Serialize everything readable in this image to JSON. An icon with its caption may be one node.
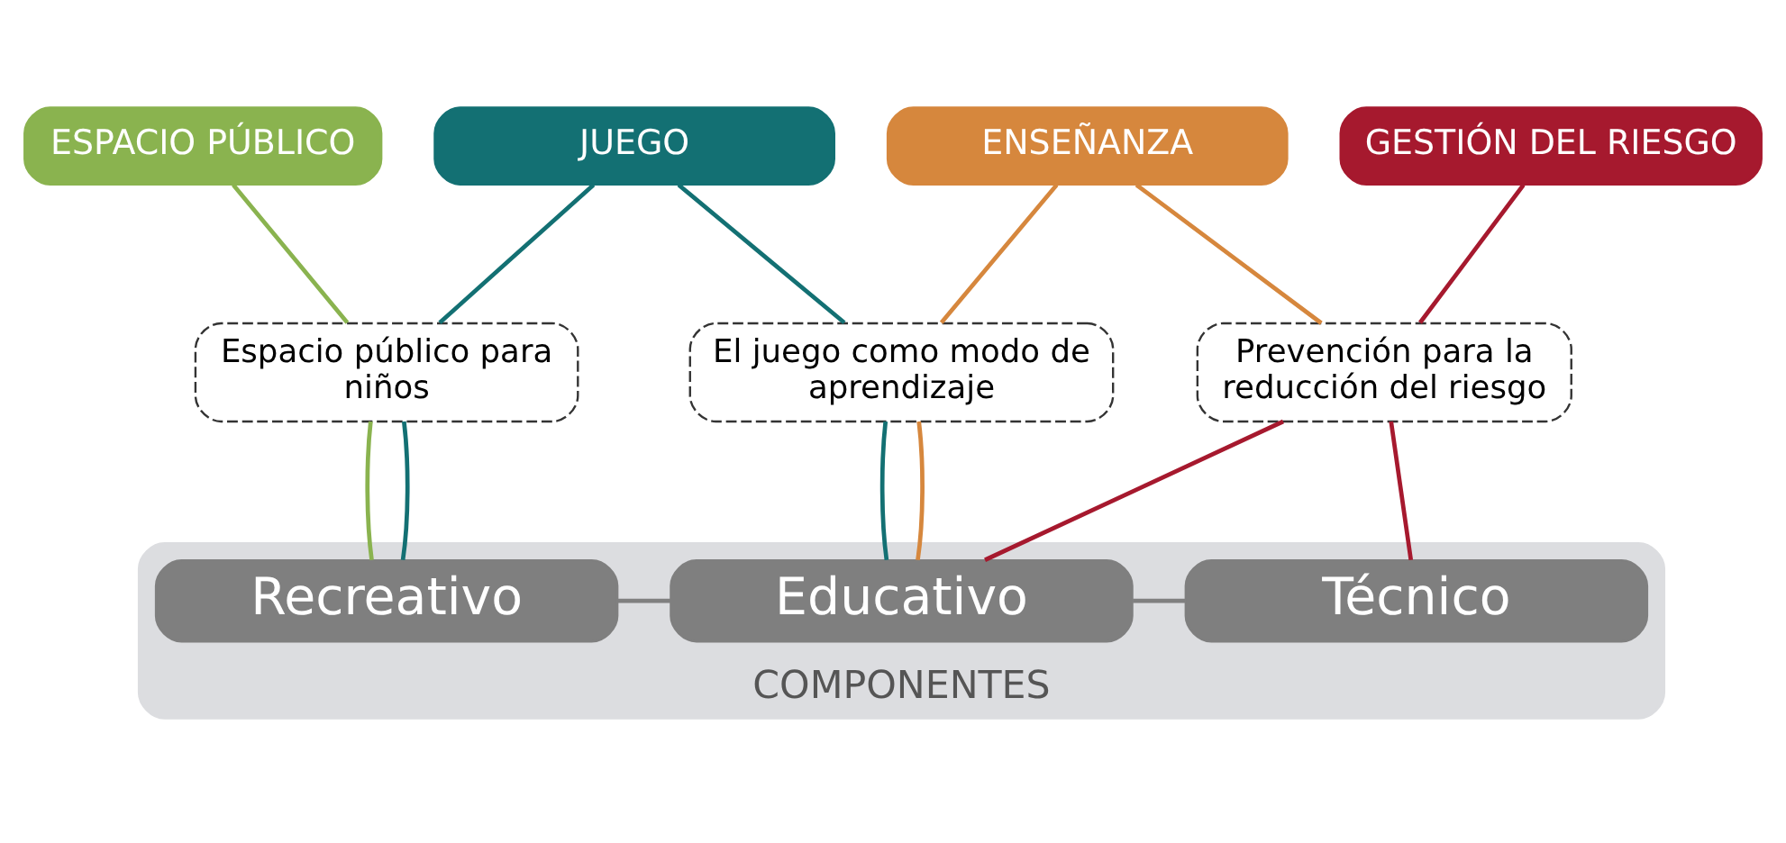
{
  "diagram": {
    "nodes": [
      {
        "text": [
          "ESPACIO PÚBLICO"
        ]
      },
      {
        "text": [
          "JUEGO"
        ]
      },
      {
        "text": [
          "ENSEÑANZA"
        ]
      },
      {
        "text": [
          "GESTIÓN DEL RIESGO"
        ]
      },
      {
        "text": [
          "Espacio público para niños"
        ]
      },
      {
        "text": [
          "El juego como modo de aprendizaje"
        ]
      },
      {
        "text": [
          "Prevención para la reducción del riesgo"
        ]
      },
      {
        "text": [
          "COMPONENTES"
        ]
      },
      {
        "text": [
          "Recreativo"
        ],
        "in": 7
      },
      {
        "text": [
          "Educativo"
        ],
        "in": 7
      },
      {
        "text": [
          "Técnico"
        ],
        "in": 7
      }
    ],
    "edges": [
      {
        "from": 0,
        "to": 4,
        "arrow": "none",
        "color": "#8ab34f"
      },
      {
        "from": 1,
        "to": 4,
        "arrow": "none",
        "color": "#137073"
      },
      {
        "from": 1,
        "to": 5,
        "arrow": "none",
        "color": "#137073"
      },
      {
        "from": 2,
        "to": 5,
        "arrow": "none",
        "color": "#d6873d"
      },
      {
        "from": 2,
        "to": 6,
        "arrow": "none",
        "color": "#d6873d"
      },
      {
        "from": 3,
        "to": 6,
        "arrow": "none",
        "color": "#a6192e"
      },
      {
        "from": 4,
        "to": 8,
        "arrow": "none",
        "color": "#8ab34f"
      },
      {
        "from": 4,
        "to": 8,
        "arrow": "none",
        "color": "#137073"
      },
      {
        "from": 5,
        "to": 9,
        "arrow": "none",
        "color": "#137073"
      },
      {
        "from": 5,
        "to": 9,
        "arrow": "none",
        "color": "#d6873d"
      },
      {
        "from": 6,
        "to": 9,
        "arrow": "none",
        "color": "#a6192e"
      },
      {
        "from": 6,
        "to": 10,
        "arrow": "none",
        "color": "#a6192e"
      },
      {
        "from": 8,
        "to": 9,
        "arrow": "none",
        "color": "#808080"
      },
      {
        "from": 9,
        "to": 10,
        "arrow": "none",
        "color": "#808080"
      }
    ]
  }
}
